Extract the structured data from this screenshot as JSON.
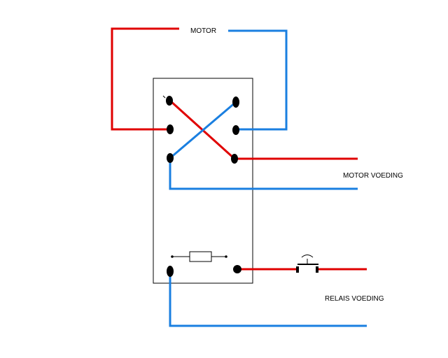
{
  "labels": {
    "motor": "MOTOR",
    "motor_supply": "MOTOR VOEDING",
    "relay_supply": "RELAIS VOEDING"
  },
  "colors": {
    "red_wire": "#e00000",
    "blue_wire": "#1a7fe0",
    "outline": "#000000",
    "background": "#ffffff"
  }
}
